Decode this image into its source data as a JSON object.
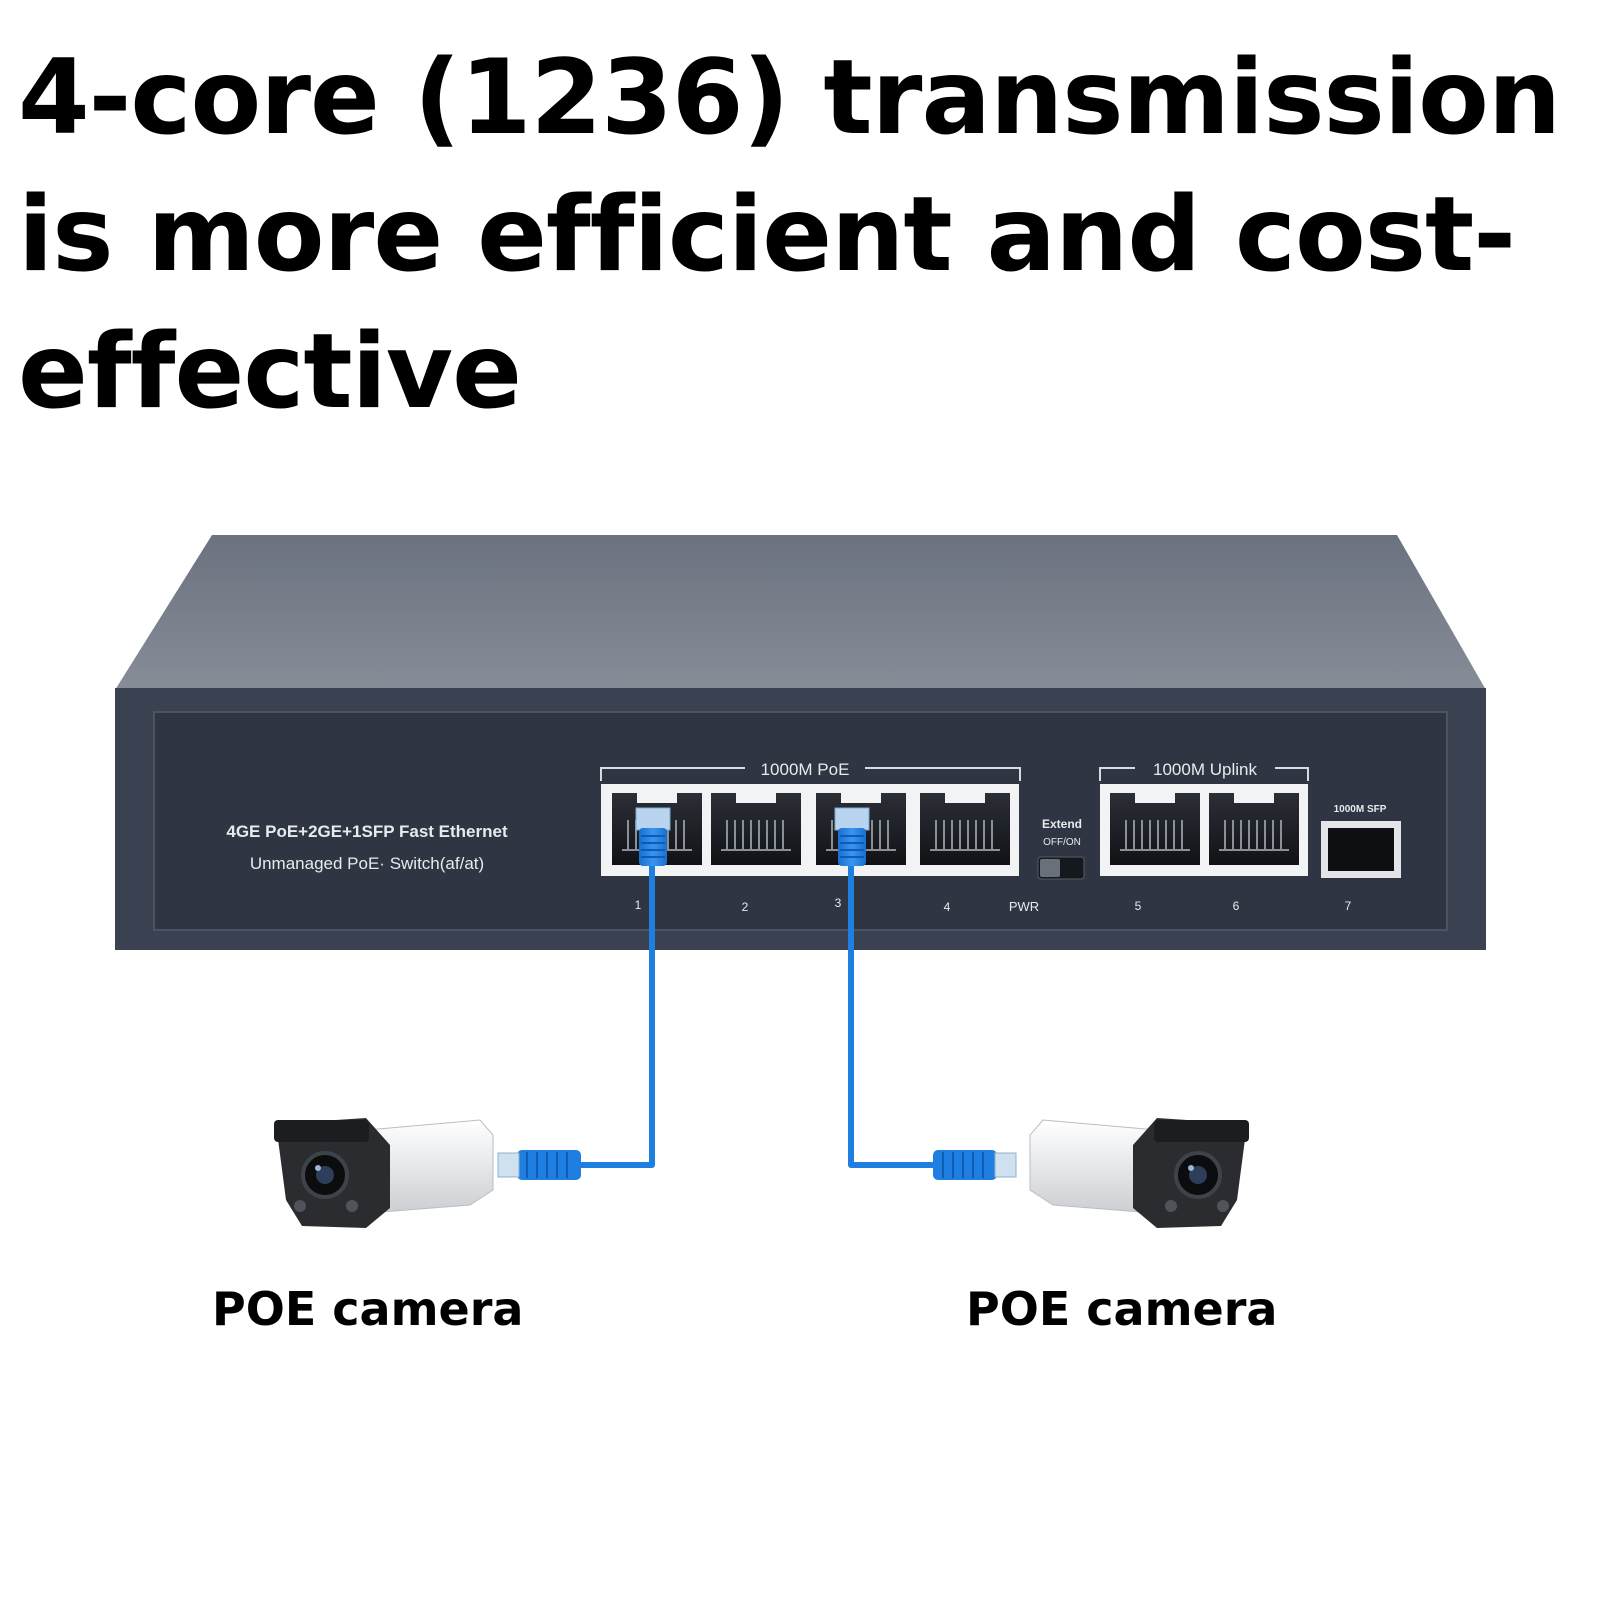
{
  "headline": {
    "lines": [
      "4-core (1236) transmission",
      "is more efficient and cost-",
      "effective"
    ]
  },
  "switch": {
    "model_line1": "4GE PoE+2GE+1SFP Fast Ethernet",
    "model_line2": "Unmanaged PoE· Switch(af/at)",
    "poe_group_label": "1000M PoE",
    "uplink_group_label": "1000M Uplink",
    "sfp_label": "1000M SFP",
    "extend_label": "Extend",
    "extend_switch_label": "OFF/ON",
    "pwr_label": "PWR",
    "port_numbers": [
      "1",
      "2",
      "3",
      "4",
      "5",
      "6",
      "7"
    ]
  },
  "cameras": {
    "left_label": "POE camera",
    "right_label": "POE camera"
  },
  "colors": {
    "cable": "#1f7fe0",
    "switch_body": "#3a4150",
    "switch_top": "#757c87",
    "switch_face": "#2f3542"
  }
}
